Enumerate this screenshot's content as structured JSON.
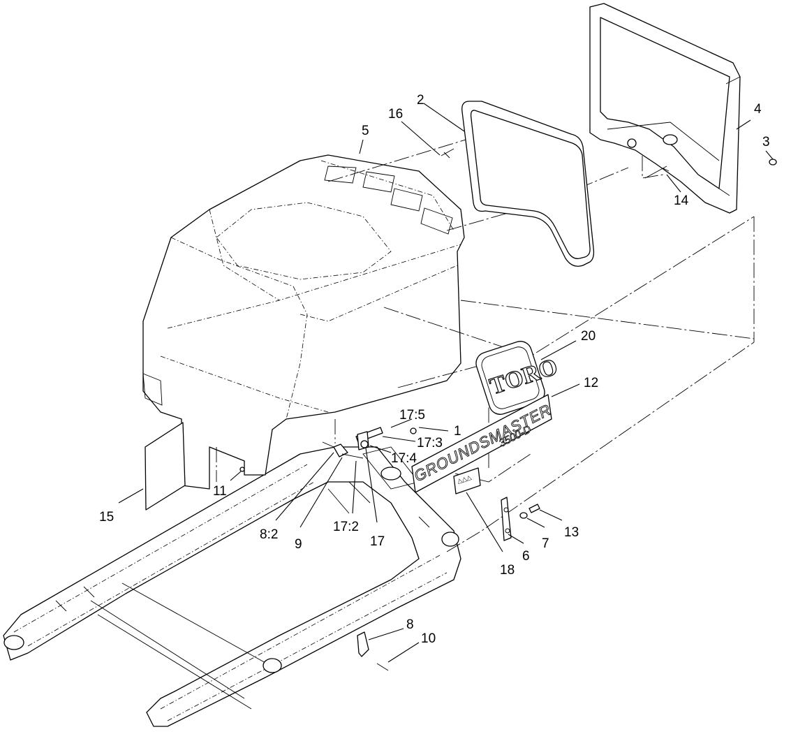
{
  "diagram": {
    "callouts": {
      "c1": "1",
      "c2": "2",
      "c3": "3",
      "c4": "4",
      "c5": "5",
      "c6": "6",
      "c7": "7",
      "c8": "8",
      "c8_2": "8:2",
      "c9": "9",
      "c10": "10",
      "c11": "11",
      "c12": "12",
      "c13": "13",
      "c14": "14",
      "c15": "15",
      "c16": "16",
      "c17": "17",
      "c17_2": "17:2",
      "c17_3": "17:3",
      "c17_4": "17:4",
      "c17_5": "17:5",
      "c18": "18",
      "c20": "20"
    },
    "decals": {
      "brand": "TORO",
      "model_line1": "GROUNDSMASTER",
      "model_line2": "3500-D"
    }
  }
}
